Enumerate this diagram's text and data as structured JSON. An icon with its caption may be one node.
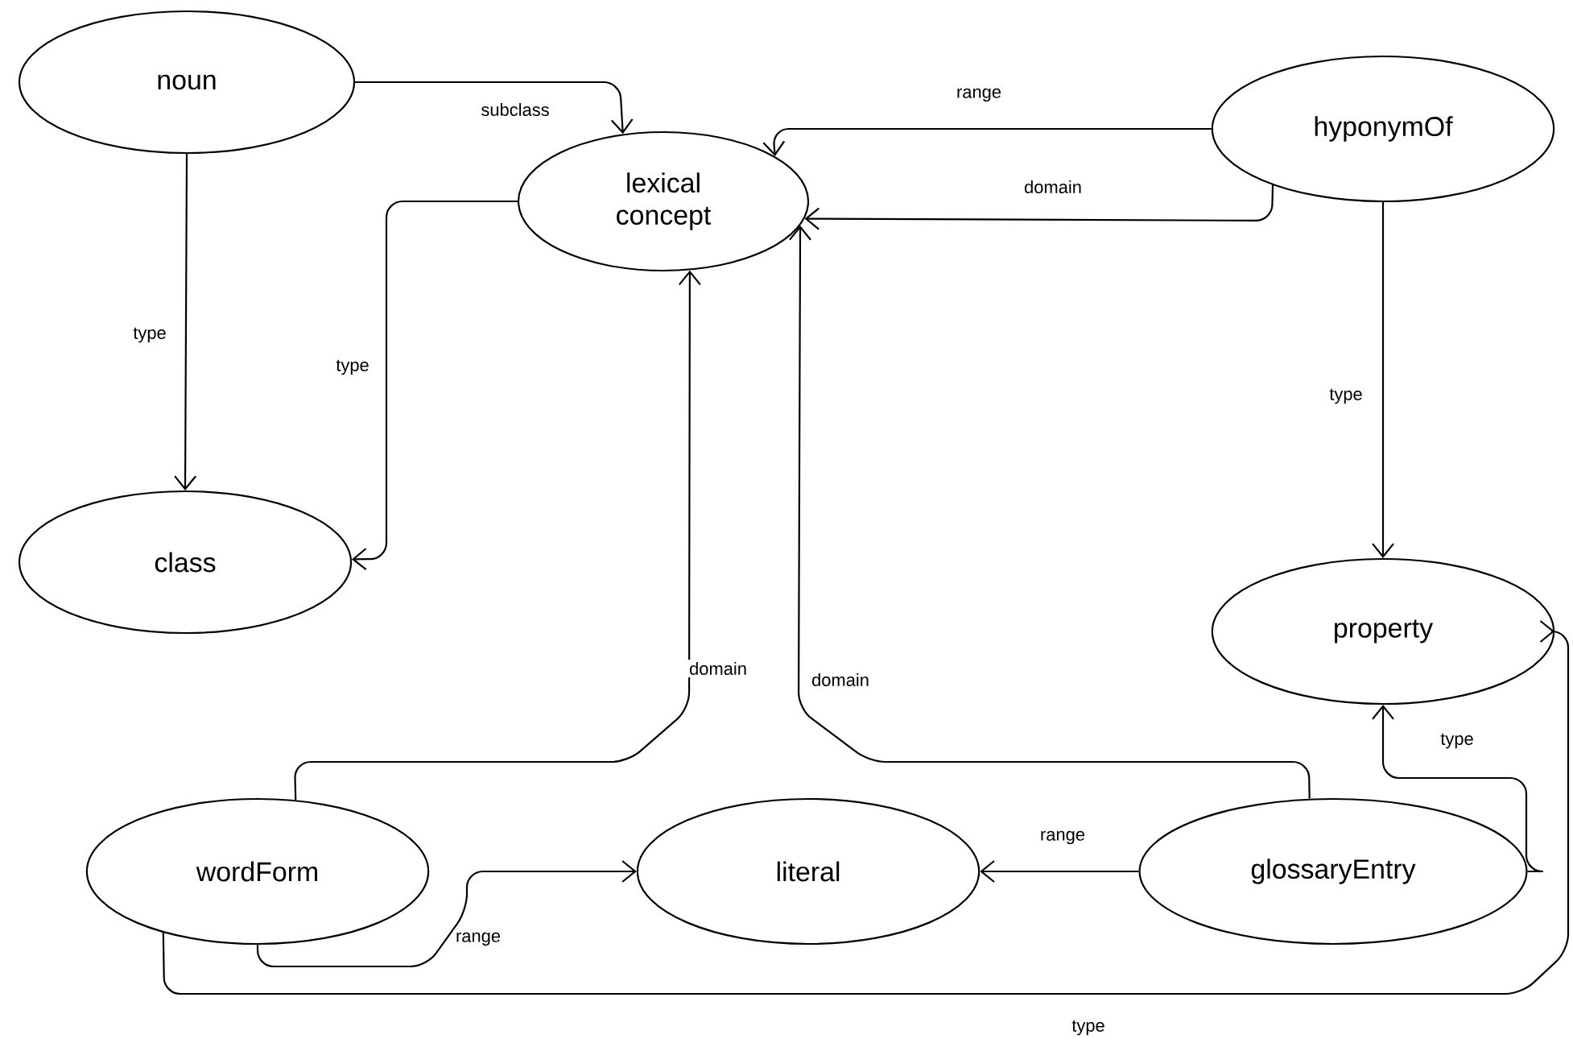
{
  "diagram": {
    "nodes": [
      {
        "text": [
          "noun"
        ]
      },
      {
        "text": [
          "lexical concept"
        ]
      },
      {
        "text": [
          "hyponymOf"
        ]
      },
      {
        "text": [
          "class"
        ]
      },
      {
        "text": [
          "property"
        ]
      },
      {
        "text": [
          "wordForm"
        ]
      },
      {
        "text": [
          "literal"
        ]
      },
      {
        "text": [
          "glossaryEntry"
        ]
      }
    ],
    "edges": [
      {
        "from": 0,
        "to": 1,
        "arrow": "to",
        "label": "subclass"
      },
      {
        "from": 0,
        "to": 3,
        "arrow": "to",
        "label": "type"
      },
      {
        "from": 1,
        "to": 3,
        "arrow": "to",
        "label": "type"
      },
      {
        "from": 2,
        "to": 1,
        "arrow": "to",
        "label": "range"
      },
      {
        "from": 2,
        "to": 1,
        "arrow": "to",
        "label": "domain"
      },
      {
        "from": 2,
        "to": 4,
        "arrow": "to",
        "label": "type"
      },
      {
        "from": 5,
        "to": 1,
        "arrow": "to",
        "label": "domain"
      },
      {
        "from": 7,
        "to": 1,
        "arrow": "to",
        "label": "domain"
      },
      {
        "from": 5,
        "to": 6,
        "arrow": "to",
        "label": "range"
      },
      {
        "from": 7,
        "to": 6,
        "arrow": "to",
        "label": "range"
      },
      {
        "from": 7,
        "to": 4,
        "arrow": "to",
        "label": "type"
      },
      {
        "from": 5,
        "to": 4,
        "arrow": "to",
        "label": "type"
      }
    ]
  }
}
